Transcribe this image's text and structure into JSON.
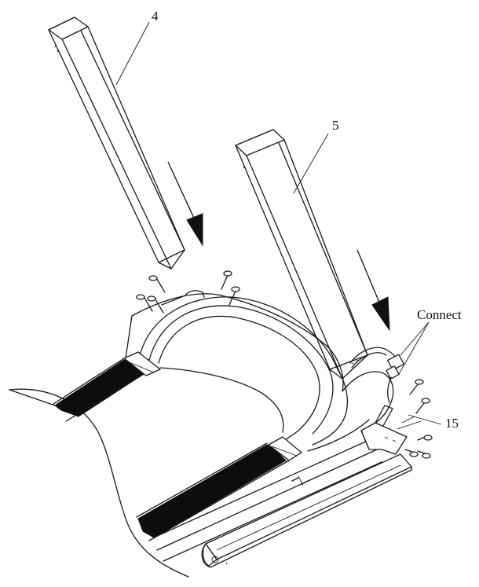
{
  "callouts": {
    "part_4": "4",
    "part_5": "5",
    "part_15": "15",
    "connect": "Connect"
  },
  "colors": {
    "line": "#1a1a1a",
    "background": "#ffffff",
    "belt": "#0d0d0d"
  },
  "icons": [
    "down-arrow-icon",
    "bolt-icon",
    "wire-connector-icon"
  ]
}
